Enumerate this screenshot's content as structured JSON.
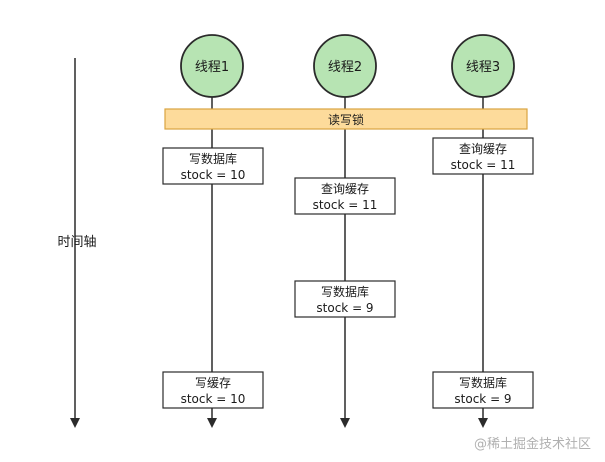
{
  "time_axis": {
    "label": "时间轴"
  },
  "threads": [
    {
      "label": "线程1"
    },
    {
      "label": "线程2"
    },
    {
      "label": "线程3"
    }
  ],
  "lock_bar": {
    "label": "读写锁"
  },
  "steps": [
    {
      "thread": 1,
      "line1": "写数据库",
      "line2": "stock = 10"
    },
    {
      "thread": 1,
      "line1": "写缓存",
      "line2": "stock = 10"
    },
    {
      "thread": 2,
      "line1": "查询缓存",
      "line2": "stock = 11"
    },
    {
      "thread": 2,
      "line1": "写数据库",
      "line2": "stock = 9"
    },
    {
      "thread": 3,
      "line1": "查询缓存",
      "line2": "stock = 11"
    },
    {
      "thread": 3,
      "line1": "写数据库",
      "line2": "stock = 9"
    }
  ],
  "watermark": "@稀土掘金技术社区",
  "colors": {
    "thread_fill": "#b7e4b3",
    "thread_stroke": "#2b2b2b",
    "lock_fill": "#fddb9b",
    "lock_stroke": "#d9a441",
    "box_fill": "#ffffff",
    "line": "#2b2b2b"
  }
}
